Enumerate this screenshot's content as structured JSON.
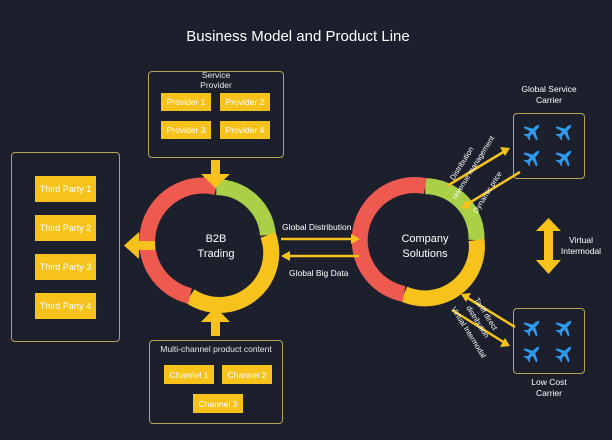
{
  "title": "Business Model and Product Line",
  "service_provider": {
    "label_line1": "Service",
    "label_line2": "Provider",
    "providers": [
      "Provider 1",
      "Provider 2",
      "Provider 3",
      "Provider 4"
    ]
  },
  "third_parties": [
    "Third Party 1",
    "Third Party 2",
    "Third Party 3",
    "Third Party 4"
  ],
  "content": {
    "label": "Multi-channel product content",
    "channels": [
      "Channel 1",
      "Channel 2",
      "Channel 3"
    ]
  },
  "b2b": {
    "line1": "B2B",
    "line2": "Trading"
  },
  "company": {
    "line1": "Company",
    "line2": "Solutions"
  },
  "links": {
    "global_distribution": "Global Distribution",
    "global_big_data": "Global Big Data"
  },
  "upper_links": {
    "distribution": "Distribution",
    "revenue_management": "revenue management",
    "dynamic_price": "Dynamic price"
  },
  "lower_links": {
    "tariff_direct": "Tariff direct",
    "distribution": "distribution",
    "virtual_intermodal": "Virtual Intermodal"
  },
  "global_service_carrier": {
    "line1": "Global Service",
    "line2": "Carrier"
  },
  "low_cost_carrier": {
    "line1": "Low Cost",
    "line2": "Carrier"
  },
  "virtual_intermodal": {
    "line1": "Virtual",
    "line2": "Intermodal"
  },
  "colors": {
    "background": "#1b202c",
    "accent_yellow": "#f7c21b",
    "ring_red": "#ef5a50",
    "ring_green": "#a9d046",
    "ring_yellow": "#f7c21b",
    "plane_blue": "#2c9cf0",
    "panel_border": "#b9a35a"
  }
}
